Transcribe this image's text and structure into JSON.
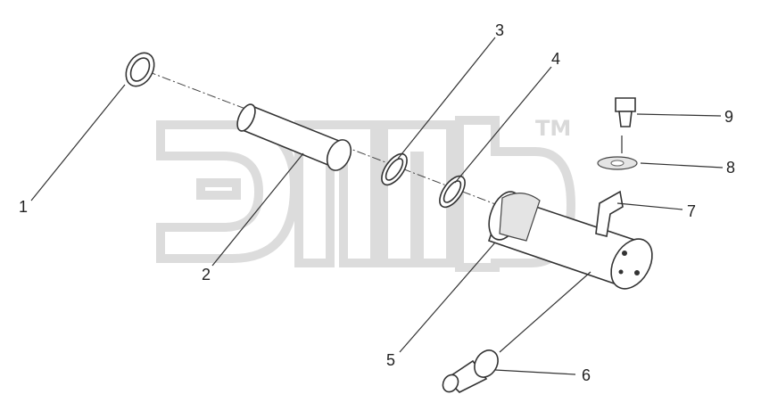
{
  "watermark": {
    "logo_letters": "ЭПФ",
    "tm": "TM"
  },
  "callouts": [
    {
      "label": "1"
    },
    {
      "label": "2"
    },
    {
      "label": "3"
    },
    {
      "label": "4"
    },
    {
      "label": "5"
    },
    {
      "label": "6"
    },
    {
      "label": "7"
    },
    {
      "label": "8"
    },
    {
      "label": "9"
    }
  ],
  "colors": {
    "line": "#333333",
    "watermark": "#d9d9d9",
    "background": "#ffffff"
  }
}
